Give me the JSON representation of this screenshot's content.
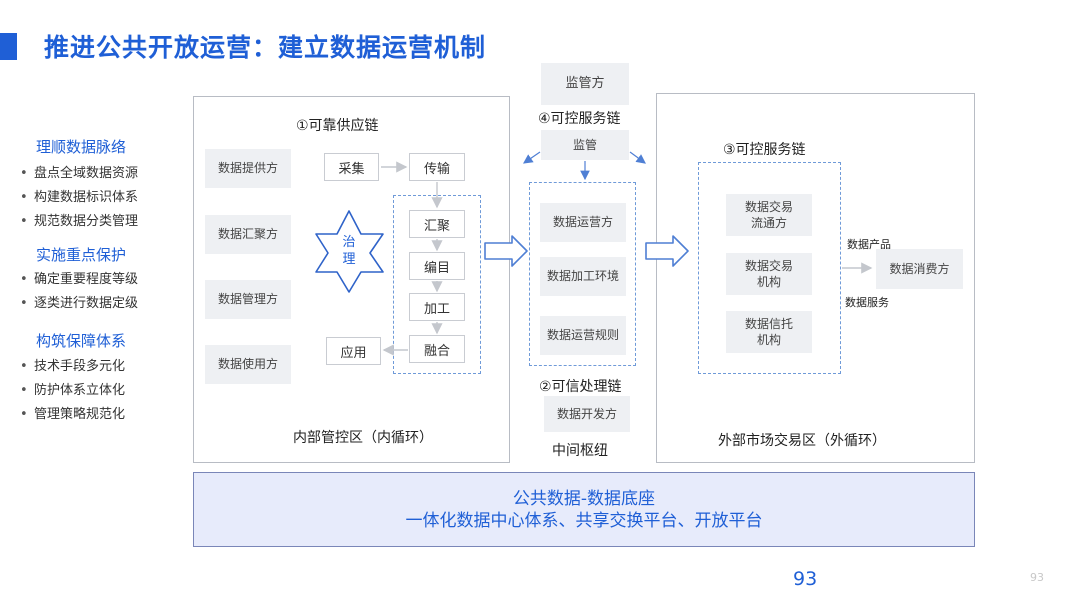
{
  "title": "推进公共开放运营：建立数据运营机制",
  "sidebar": [
    {
      "heading": "理顺数据脉络",
      "items": [
        "盘点全域数据资源",
        "构建数据标识体系",
        "规范数据分类管理"
      ]
    },
    {
      "heading": "实施重点保护",
      "items": [
        "确定重要程度等级",
        "逐类进行数据定级"
      ]
    },
    {
      "heading": "构筑保障体系",
      "items": [
        "技术手段多元化",
        "防护体系立体化",
        "管理策略规范化"
      ]
    }
  ],
  "left_zone": {
    "chain_title": "①可靠供应链",
    "roles": [
      "数据提供方",
      "数据汇聚方",
      "数据管理方",
      "数据使用方"
    ],
    "collect": "采集",
    "transfer": "传输",
    "governance": "治\n理",
    "steps": [
      "汇聚",
      "编目",
      "加工",
      "融合"
    ],
    "apply": "应用",
    "zone_label": "内部管控区（内循环）"
  },
  "middle": {
    "regulator": "监管方",
    "service_chain": "④可控服务链",
    "supervise": "监管",
    "boxes": [
      "数据运营方",
      "数据加工环境",
      "数据运营规则"
    ],
    "trusted_chain": "②可信处理链",
    "developer": "数据开发方",
    "hub_label": "中间枢纽"
  },
  "right_zone": {
    "chain_title": "③可控服务链",
    "boxes": [
      "数据交易\n流通方",
      "数据交易\n机构",
      "数据信托\n机构"
    ],
    "product_label": "数据产品",
    "service_label": "数据服务",
    "consumer": "数据消费方",
    "zone_label": "外部市场交易区（外循环）"
  },
  "base": {
    "line1": "公共数据-数据底座",
    "line2": "一体化数据中心体系、共享交换平台、开放平台"
  },
  "page_number": "93",
  "page_number_small": "93",
  "colors": {
    "accent": "#1f5fd6",
    "arrow": "#5b8bd9",
    "base_bg": "#e7ebfb"
  }
}
